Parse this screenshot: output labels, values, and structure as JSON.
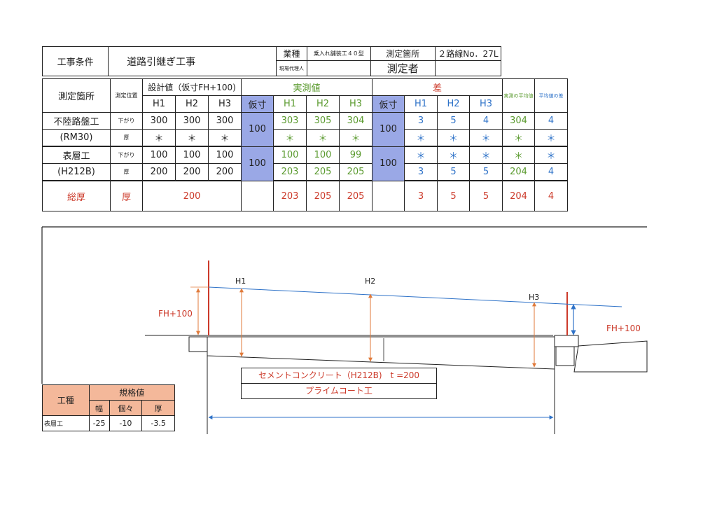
{
  "header": {
    "condition_label": "工事条件",
    "project_name": "道路引継ぎ工事",
    "type_label": "業種",
    "type_value": "乗入れ舗装工４０型",
    "site_rep_label": "現場代理人",
    "site_rep_value": "",
    "location_label": "測定箇所",
    "location_value": "２路線No．27L",
    "measurer_label": "測定者",
    "measurer_value": ""
  },
  "table": {
    "col_location": "測定箇所",
    "col_position": "測定位置",
    "col_design": "設計値（仮寸FH+100)",
    "col_actual": "実測値",
    "col_diff": "差",
    "col_actual_avg": "実測の平均値",
    "col_avg_diff": "平均値の差",
    "karisun": "仮寸",
    "h1": "H1",
    "h2": "H2",
    "h3": "H3",
    "layers": [
      {
        "name": "不陸路盤工",
        "code": "(RM30)",
        "karisun_actual": "100",
        "karisun_diff": "100",
        "rows": [
          {
            "pos": "下がり",
            "design": [
              "300",
              "300",
              "300"
            ],
            "actual": [
              "303",
              "305",
              "304"
            ],
            "diff": [
              "3",
              "5",
              "4"
            ],
            "avg": "304",
            "avg_diff": "4"
          },
          {
            "pos": "厚",
            "design": [
              "＊",
              "＊",
              "＊"
            ],
            "actual": [
              "＊",
              "＊",
              "＊"
            ],
            "diff": [
              "＊",
              "＊",
              "＊"
            ],
            "avg": "＊",
            "avg_diff": "＊"
          }
        ]
      },
      {
        "name": "表層工",
        "code": "(H212B)",
        "karisun_actual": "100",
        "karisun_diff": "100",
        "rows": [
          {
            "pos": "下がり",
            "design": [
              "100",
              "100",
              "100"
            ],
            "actual": [
              "100",
              "100",
              "99"
            ],
            "diff": [
              "＊",
              "＊",
              "＊"
            ],
            "avg": "＊",
            "avg_diff": "＊"
          },
          {
            "pos": "厚",
            "design": [
              "200",
              "200",
              "200"
            ],
            "actual": [
              "203",
              "205",
              "205"
            ],
            "diff": [
              "3",
              "5",
              "5"
            ],
            "avg": "204",
            "avg_diff": "4"
          }
        ]
      }
    ],
    "total": {
      "label": "総厚",
      "pos": "厚",
      "design": "200",
      "actual": [
        "203",
        "205",
        "205"
      ],
      "diff": [
        "3",
        "5",
        "5"
      ],
      "avg": "204",
      "avg_diff": "4"
    }
  },
  "diagram": {
    "h1": "H1",
    "h2": "H2",
    "h3": "H3",
    "fh_left": "FH+100",
    "fh_right": "FH+100",
    "layer_upper": "セメントコンクリート（H212B)　t =200",
    "layer_lower": "プライムコート工"
  },
  "spec": {
    "kind_label": "工種",
    "spec_label": "規格値",
    "width_label": "幅",
    "each_label": "個々",
    "thick_label": "厚",
    "row_name": "表層工",
    "width": "-25",
    "each": "-10",
    "thick": "-3.5"
  },
  "colors": {
    "green": "#5a9a2e",
    "blue": "#2e72c8",
    "red": "#cc3a2a",
    "highlight": "#9aa8e6",
    "salmon": "#f4b89a",
    "dim_orange": "#e07a3a"
  }
}
